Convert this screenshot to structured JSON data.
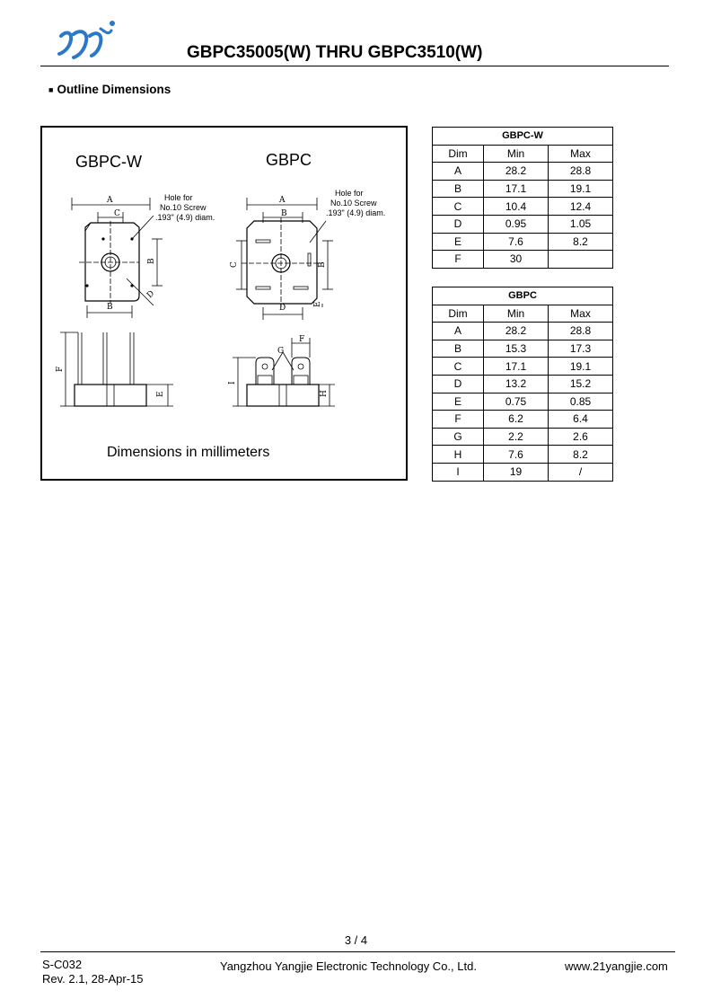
{
  "header": {
    "logo_name": "yangjie-logo",
    "title": "GBPC35005(W) THRU GBPC3510(W)"
  },
  "section": {
    "bullet": "■",
    "heading": "Outline Dimensions"
  },
  "drawing": {
    "package_w_label": "GBPC-W",
    "package_label": "GBPC",
    "hole_note": [
      "Hole for",
      "No.10 Screw",
      ".193\" (4.9) diam."
    ],
    "caption": "Dimensions in millimeters",
    "dim_letters": [
      "A",
      "B",
      "C",
      "D",
      "E",
      "F",
      "G",
      "H",
      "I"
    ]
  },
  "tables": [
    {
      "title": "GBPC-W",
      "columns": [
        "Dim",
        "Min",
        "Max"
      ],
      "rows": [
        [
          "A",
          "28.2",
          "28.8"
        ],
        [
          "B",
          "17.1",
          "19.1"
        ],
        [
          "C",
          "10.4",
          "12.4"
        ],
        [
          "D",
          "0.95",
          "1.05"
        ],
        [
          "E",
          "7.6",
          "8.2"
        ],
        [
          "F",
          "30",
          ""
        ]
      ]
    },
    {
      "title": "GBPC",
      "columns": [
        "Dim",
        "Min",
        "Max"
      ],
      "rows": [
        [
          "A",
          "28.2",
          "28.8"
        ],
        [
          "B",
          "15.3",
          "17.3"
        ],
        [
          "C",
          "17.1",
          "19.1"
        ],
        [
          "D",
          "13.2",
          "15.2"
        ],
        [
          "E",
          "0.75",
          "0.85"
        ],
        [
          "F",
          "6.2",
          "6.4"
        ],
        [
          "G",
          "2.2",
          "2.6"
        ],
        [
          "H",
          "7.6",
          "8.2"
        ],
        [
          "I",
          "19",
          "/"
        ]
      ]
    }
  ],
  "footer": {
    "page": "3 / 4",
    "doc_code": "S-C032",
    "revision": "Rev. 2.1, 28-Apr-15",
    "company": "Yangzhou Yangjie Electronic Technology Co., Ltd.",
    "website": "www.21yangjie.com"
  },
  "colors": {
    "logo_blue": "#2a78c8",
    "ink": "#000000"
  }
}
